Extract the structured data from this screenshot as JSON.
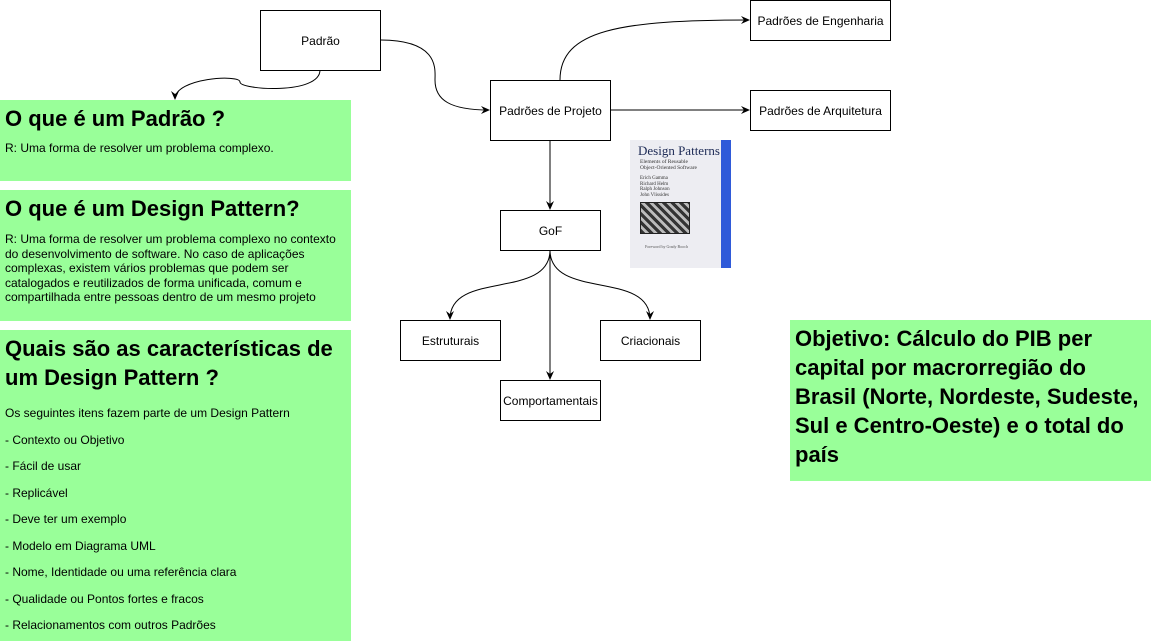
{
  "nodes": {
    "padrao": "Padrão",
    "padroes_projeto": "Padrões de Projeto",
    "padroes_engenharia": "Padrões de Engenharia",
    "padroes_arquitetura": "Padrões de Arquitetura",
    "gof": "GoF",
    "estruturais": "Estruturais",
    "criacionais": "Criacionais",
    "comportamentais": "Comportamentais"
  },
  "notes": {
    "padrao": {
      "title": "O que é um Padrão ?",
      "text": "R: Uma forma de resolver um problema complexo."
    },
    "design_pattern": {
      "title": "O que é um Design Pattern?",
      "text": "R: Uma forma de resolver um problema complexo no contexto do desenvolvimento de software. No caso de aplicações complexas, existem vários problemas que podem ser catalogados e reutilizados de forma unificada, comum e compartilhada entre pessoas dentro de um mesmo projeto"
    },
    "caracteristicas": {
      "title": "Quais são as características de um Design Pattern ?",
      "items": [
        "Os seguintes itens fazem parte de um Design Pattern",
        "- Contexto ou Objetivo",
        "- Fácil de usar",
        "- Replicável",
        "- Deve ter um exemplo",
        "- Modelo em Diagrama UML",
        "- Nome, Identidade ou uma referência clara",
        "- Qualidade ou Pontos fortes e fracos",
        "- Relacionamentos com outros Padrões"
      ]
    },
    "objetivo": {
      "text": "Objetivo: Cálculo do PIB per capital por macrorregião do Brasil (Norte, Nordeste, Sudeste, Sul e Centro-Oeste) e o total do país"
    }
  },
  "book": {
    "title": "Design Patterns",
    "subtitle_1": "Elements of Reusable",
    "subtitle_2": "Object-Oriented Software",
    "authors": [
      "Erich Gamma",
      "Richard Helm",
      "Ralph Johnson",
      "John Vlissides"
    ],
    "foreword": "Foreword by Grady Booch"
  },
  "colors": {
    "note_bg": "#99ff99",
    "book_spine": "#2f5ad9"
  }
}
